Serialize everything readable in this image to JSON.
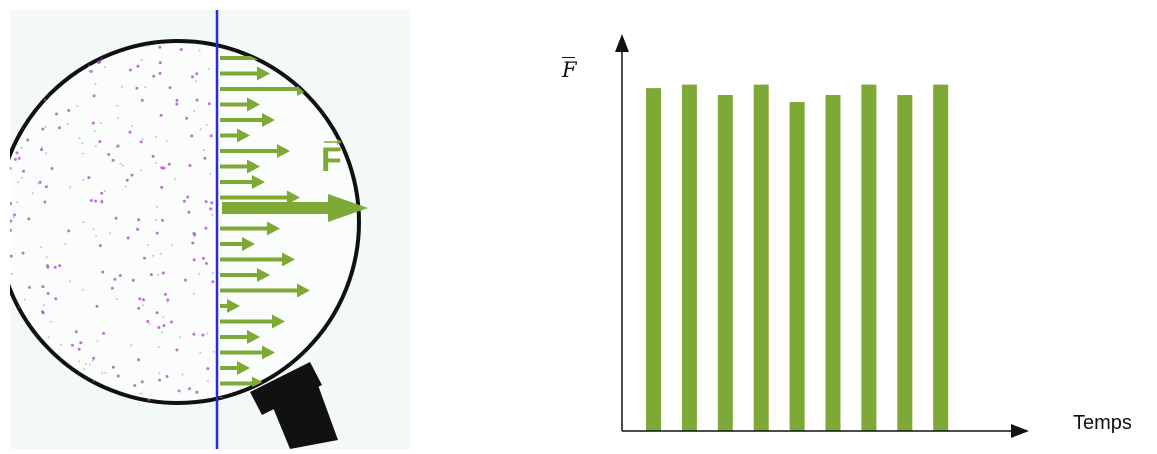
{
  "figure": {
    "magnifier": {
      "force_label": "F",
      "particle_color": "#b45bc5",
      "arrow_color": "#7fa936",
      "wall_color": "#2b2bd6"
    },
    "chart_data": {
      "type": "bar",
      "ylabel": "F̄",
      "xlabel": "Temps",
      "title": "",
      "values": [
        0.99,
        1.0,
        0.97,
        1.0,
        0.95,
        0.97,
        1.0,
        0.97,
        1.0
      ],
      "ylim": [
        0,
        1.1
      ],
      "bar_color": "#7fa936",
      "grid": false
    }
  }
}
